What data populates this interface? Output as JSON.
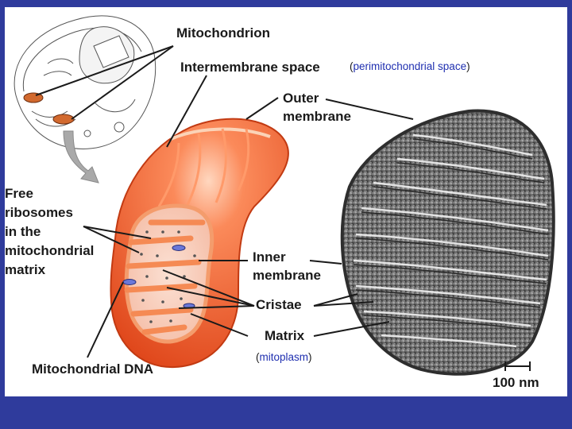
{
  "colors": {
    "background": "#2f3b9c",
    "panel": "#ffffff",
    "label_text": "#1a1a1a",
    "note_text": "#1f2fb0",
    "mitochondrion_fill": "#f05a2a",
    "mitochondrion_highlight": "#ffc8a8",
    "inner_membrane": "#f6a070",
    "micrograph_gray": "#7a7a7a"
  },
  "labels": {
    "mitochondrion": "Mitochondrion",
    "intermembrane_space": "Intermembrane space",
    "perimitochondrial_note": "perimitochondrial space",
    "outer_membrane_1": "Outer",
    "outer_membrane_2": "membrane",
    "free_ribosomes_1": "Free",
    "free_ribosomes_2": "ribosomes",
    "free_ribosomes_3": "in the",
    "free_ribosomes_4": "mitochondrial",
    "free_ribosomes_5": "matrix",
    "inner_membrane_1": "Inner",
    "inner_membrane_2": "membrane",
    "cristae": "Cristae",
    "matrix": "Matrix",
    "mitoplasm_note": "mitoplasm",
    "mitochondrial_dna": "Mitochondrial  DNA",
    "scale_bar": "100 nm"
  },
  "icons": {
    "cell_sketch": "cell-drawing-icon",
    "arrow": "curved-arrow-icon",
    "mitochondrion_cutaway": "mitochondrion-cutaway-illustration",
    "micrograph": "electron-micrograph-image"
  }
}
